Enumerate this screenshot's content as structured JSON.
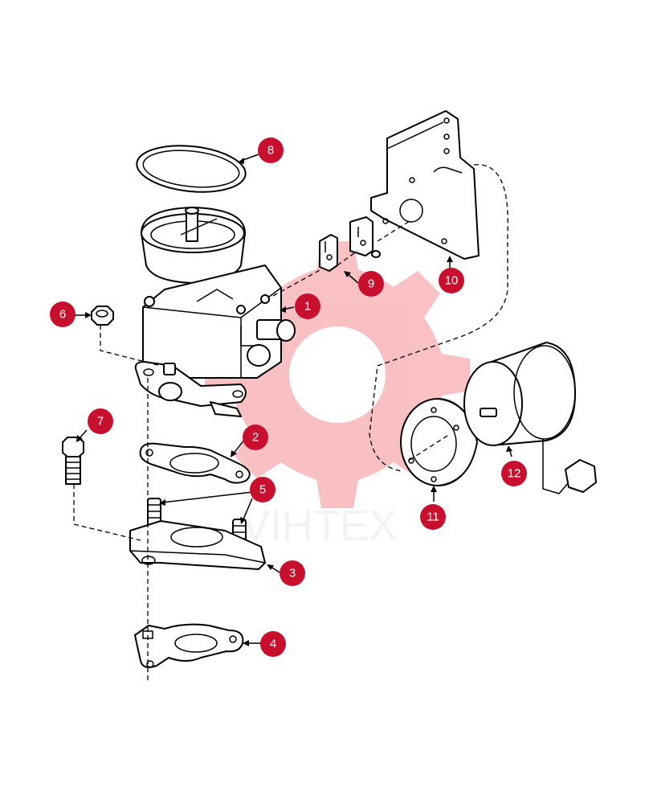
{
  "watermark": {
    "text": "VIHTEX",
    "gear_color": "#e8202a"
  },
  "callout_color": "#c8102e",
  "callouts": [
    {
      "number": "1"
    },
    {
      "number": "2"
    },
    {
      "number": "3"
    },
    {
      "number": "4"
    },
    {
      "number": "5"
    },
    {
      "number": "6"
    },
    {
      "number": "7"
    },
    {
      "number": "8"
    },
    {
      "number": "9"
    },
    {
      "number": "10"
    },
    {
      "number": "11"
    },
    {
      "number": "12"
    }
  ]
}
